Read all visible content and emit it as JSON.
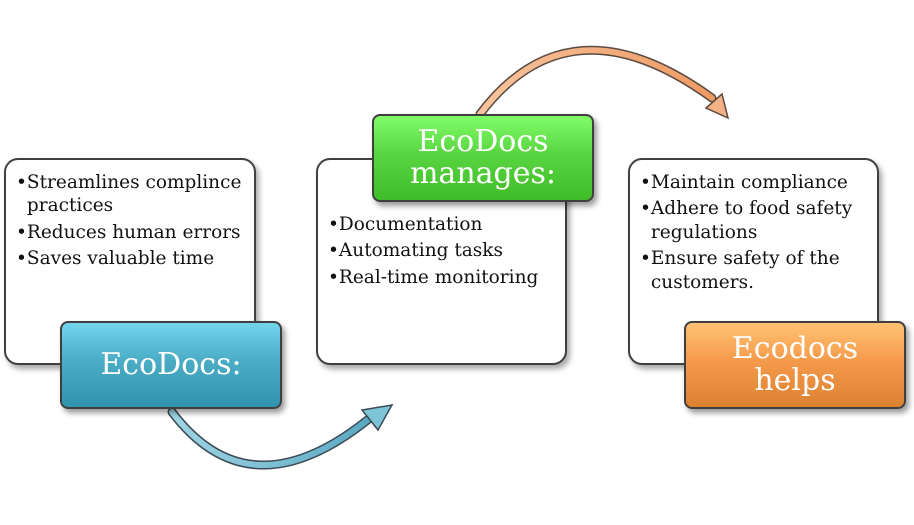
{
  "steps": [
    {
      "label": "EcoDocs:",
      "items": [
        "Streamlines complince practices",
        "Reduces human errors",
        "Saves valuable time"
      ]
    },
    {
      "label": "EcoDocs manages:",
      "items": [
        "Documentation",
        "Automating tasks",
        "Real-time monitoring"
      ]
    },
    {
      "label": "Ecodocs helps",
      "items": [
        "Maintain compliance",
        "Adhere to food safety regulations",
        "Ensure safety of the customers."
      ]
    }
  ],
  "bullet_glyph": "•",
  "colors": {
    "label_1": "#4aacc5",
    "label_2": "#5ad542",
    "label_3": "#f59a4b",
    "arrow_1": "#7cc4d6",
    "arrow_2": "#f4b183"
  }
}
